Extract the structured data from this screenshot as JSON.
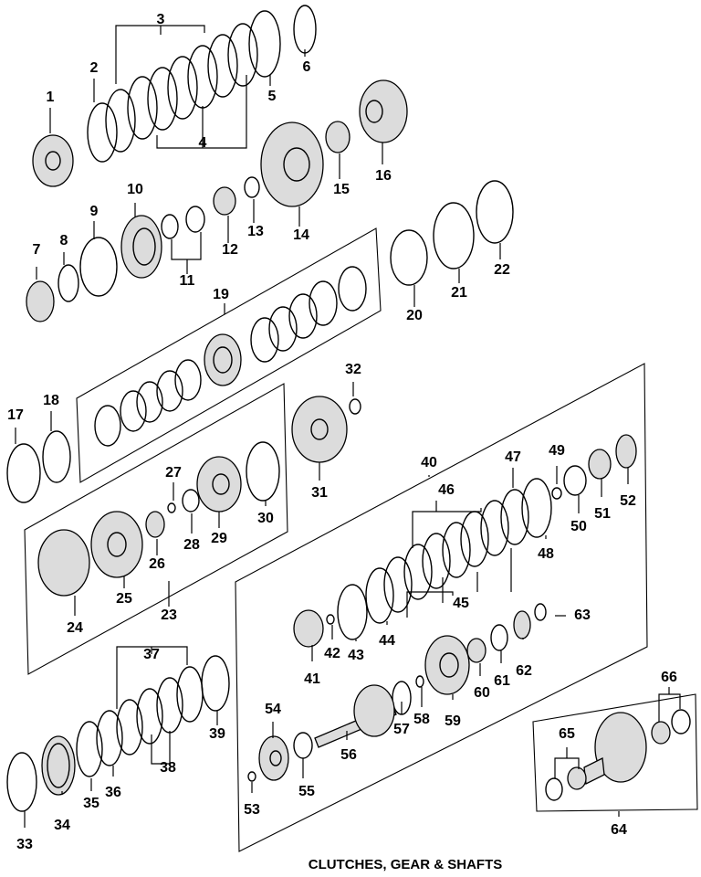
{
  "caption": "CLUTCHES, GEAR & SHAFTS",
  "callouts": [
    "1",
    "2",
    "3",
    "4",
    "5",
    "6",
    "7",
    "8",
    "9",
    "10",
    "11",
    "12",
    "13",
    "14",
    "15",
    "16",
    "17",
    "18",
    "19",
    "20",
    "21",
    "22",
    "23",
    "24",
    "25",
    "26",
    "27",
    "28",
    "29",
    "30",
    "31",
    "32",
    "33",
    "34",
    "35",
    "36",
    "37",
    "38",
    "39",
    "40",
    "41",
    "42",
    "43",
    "44",
    "45",
    "46",
    "47",
    "48",
    "49",
    "50",
    "51",
    "52",
    "53",
    "54",
    "55",
    "56",
    "57",
    "58",
    "59",
    "60",
    "61",
    "62",
    "63",
    "64",
    "65",
    "66"
  ]
}
